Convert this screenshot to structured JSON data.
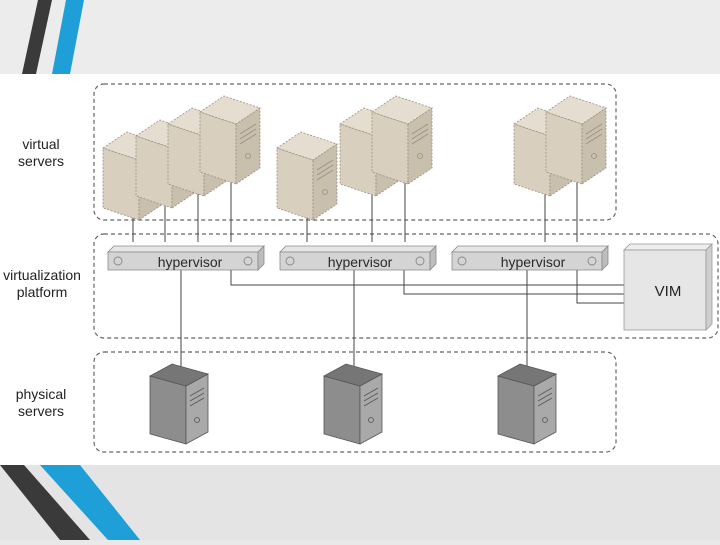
{
  "layers": {
    "virtual": {
      "label": "virtual\nservers"
    },
    "virtualization": {
      "label": "virtualization\nplatform"
    },
    "physical": {
      "label": "physical\nservers"
    }
  },
  "hypervisors": [
    {
      "label": "hypervisor"
    },
    {
      "label": "hypervisor"
    },
    {
      "label": "hypervisor"
    }
  ],
  "vim": {
    "label": "VIM"
  },
  "colors": {
    "virtual_server": "#d8cfbe",
    "physical_server": "#8d8d8d",
    "hypervisor": "#d4d4d4",
    "accent_blue": "#1e9fd8",
    "accent_dark": "#3a3a3a"
  }
}
